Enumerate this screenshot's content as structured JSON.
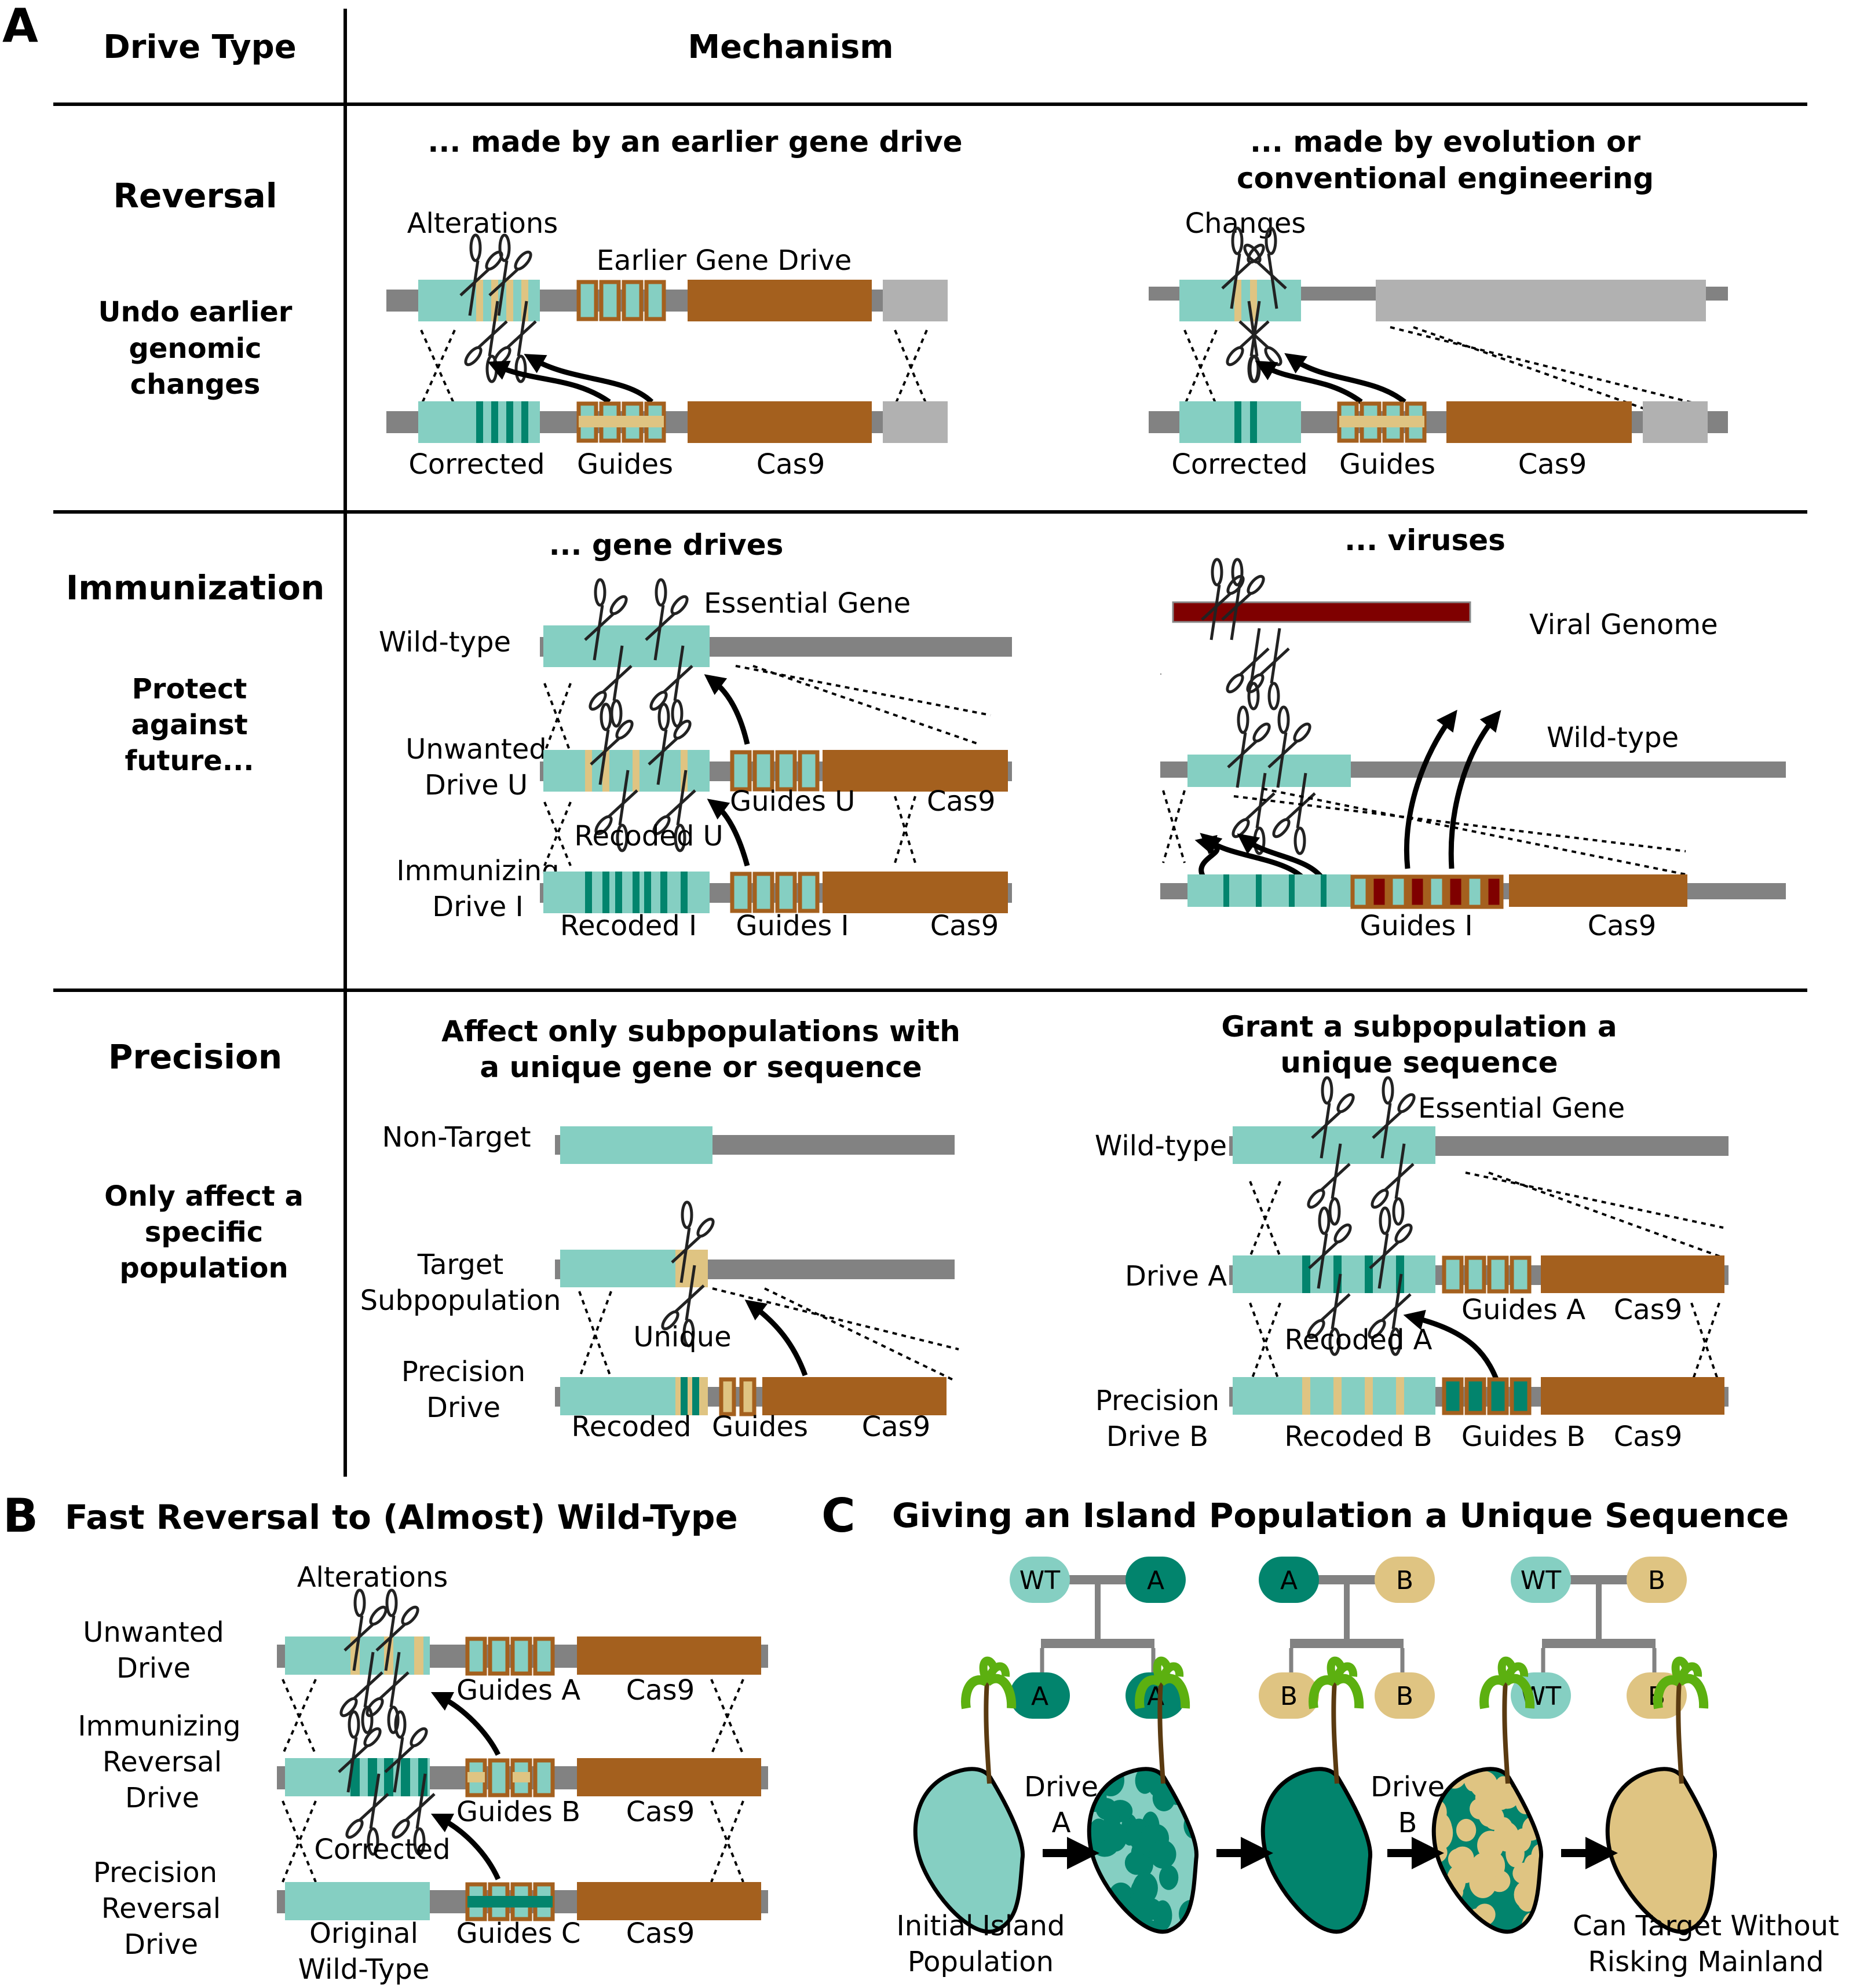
{
  "panel_a": {
    "letter": "A",
    "col_headers": {
      "drive_type": "Drive Type",
      "mechanism": "Mechanism"
    },
    "rows": [
      {
        "title": "Reversal",
        "subtitle": [
          "Undo earlier",
          "genomic",
          "changes"
        ],
        "left": {
          "heading": [
            "... made by an earlier gene drive"
          ],
          "labels": {
            "alterations": "Alterations",
            "earlier_drive": "Earlier Gene Drive",
            "corrected": "Corrected",
            "guides": "Guides",
            "cas9": "Cas9"
          }
        },
        "right": {
          "heading": [
            "... made by evolution or",
            "conventional engineering"
          ],
          "labels": {
            "changes": "Changes",
            "corrected": "Corrected",
            "guides": "Guides",
            "cas9": "Cas9"
          }
        }
      },
      {
        "title": "Immunization",
        "subtitle": [
          "Protect",
          "against",
          "future..."
        ],
        "left": {
          "heading": [
            "... gene drives"
          ],
          "labels": {
            "wild_type": "Wild-type",
            "essential_gene": "Essential Gene",
            "unwanted_1": "Unwanted",
            "unwanted_2": "Drive U",
            "guides_u": "Guides U",
            "cas9_u": "Cas9",
            "recoded_u": "Recoded U",
            "immunizing_1": "Immunizing",
            "immunizing_2": "Drive I",
            "recoded_i": "Recoded I",
            "guides_i": "Guides I",
            "cas9_i": "Cas9"
          }
        },
        "right": {
          "heading": [
            "... viruses"
          ],
          "labels": {
            "viral_genome": "Viral Genome",
            "wild_type": "Wild-type",
            "guides_i": "Guides I",
            "cas9": "Cas9"
          }
        }
      },
      {
        "title": "Precision",
        "subtitle": [
          "Only affect a",
          "specific",
          "population"
        ],
        "left": {
          "heading": [
            "Affect only subpopulations with",
            "a unique gene or sequence"
          ],
          "labels": {
            "non_target": "Non-Target",
            "target_1": "Target",
            "target_2": "Subpopulation",
            "unique": "Unique",
            "precision_1": "Precision",
            "precision_2": "Drive",
            "recoded": "Recoded",
            "guides": "Guides",
            "cas9": "Cas9"
          }
        },
        "right": {
          "heading": [
            "Grant a subpopulation a",
            "unique sequence"
          ],
          "labels": {
            "wild_type": "Wild-type",
            "essential_gene": "Essential Gene",
            "drive_a": "Drive A",
            "guides_a": "Guides A",
            "cas9_a": "Cas9",
            "recoded_a": "Recoded A",
            "precision_1": "Precision",
            "precision_2": "Drive B",
            "recoded_b": "Recoded B",
            "guides_b": "Guides B",
            "cas9_b": "Cas9"
          }
        }
      }
    ]
  },
  "panel_b": {
    "letter": "B",
    "title": "Fast Reversal to (Almost) Wild-Type",
    "labels": {
      "alterations": "Alterations",
      "unwanted_1": "Unwanted",
      "unwanted_2": "Drive",
      "guides_a": "Guides A",
      "cas9_a": "Cas9",
      "immunizing_1": "Immunizing",
      "immunizing_2": "Reversal",
      "immunizing_3": "Drive",
      "guides_b": "Guides B",
      "cas9_b": "Cas9",
      "corrected": "Corrected",
      "precision_1": "Precision",
      "precision_2": "Reversal",
      "precision_3": "Drive",
      "original_1": "Original",
      "original_2": "Wild-Type",
      "guides_c": "Guides C",
      "cas9_c": "Cas9"
    }
  },
  "panel_c": {
    "letter": "C",
    "title": "Giving an Island Population a Unique Sequence",
    "crosses": [
      {
        "parents": [
          "WT",
          "A"
        ],
        "offspring": [
          "A",
          "A"
        ]
      },
      {
        "parents": [
          "A",
          "B"
        ],
        "offspring": [
          "B",
          "B"
        ]
      },
      {
        "parents": [
          "WT",
          "B"
        ],
        "offspring": [
          "WT",
          "B"
        ]
      }
    ],
    "islands": {
      "step_labels": [
        {
          "line1": "Drive",
          "line2": "A"
        },
        {
          "line1": "Drive",
          "line2": "B"
        }
      ],
      "initial_1": "Initial Island",
      "initial_2": "Population",
      "final_1": "Can Target Without",
      "final_2": "Risking Mainland"
    }
  },
  "colors": {
    "wild_type": "#85cfc2",
    "drive_a": "#02846d",
    "drive_b": "#dfc482",
    "cas9": "#a4601e",
    "chromosome": "#828282",
    "viral": "#7f0000",
    "palm_leaf": "#5cb010"
  }
}
